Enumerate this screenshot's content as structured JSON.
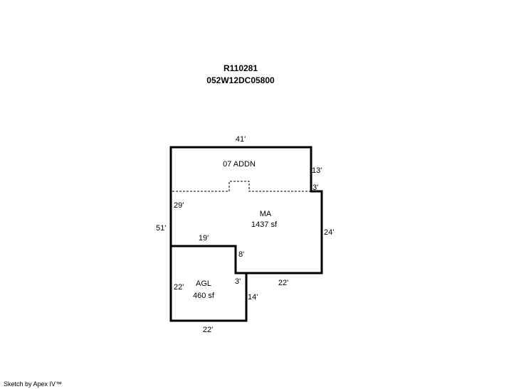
{
  "header": {
    "account": "R110281",
    "parcel": "052W12DC05800"
  },
  "areas": [
    {
      "name": "07 ADDN"
    },
    {
      "name": "MA",
      "size": "1437 sf"
    },
    {
      "name": "AGL",
      "size": "460 sf"
    }
  ],
  "dimensions": {
    "addn_top": "41'",
    "addn_right": "13'",
    "step_right": "3'",
    "ma_left": "29'",
    "overall_left": "51'",
    "ma_right": "24'",
    "ma_inner_top": "19'",
    "ma_inner_right": "8'",
    "ma_bottom": "22'",
    "agl_step": "3'",
    "agl_left": "22'",
    "agl_right": "14'",
    "agl_bottom": "22'"
  },
  "footer": "Sketch by Apex IV™",
  "colors": {
    "line": "#000000",
    "background": "#ffffff"
  }
}
